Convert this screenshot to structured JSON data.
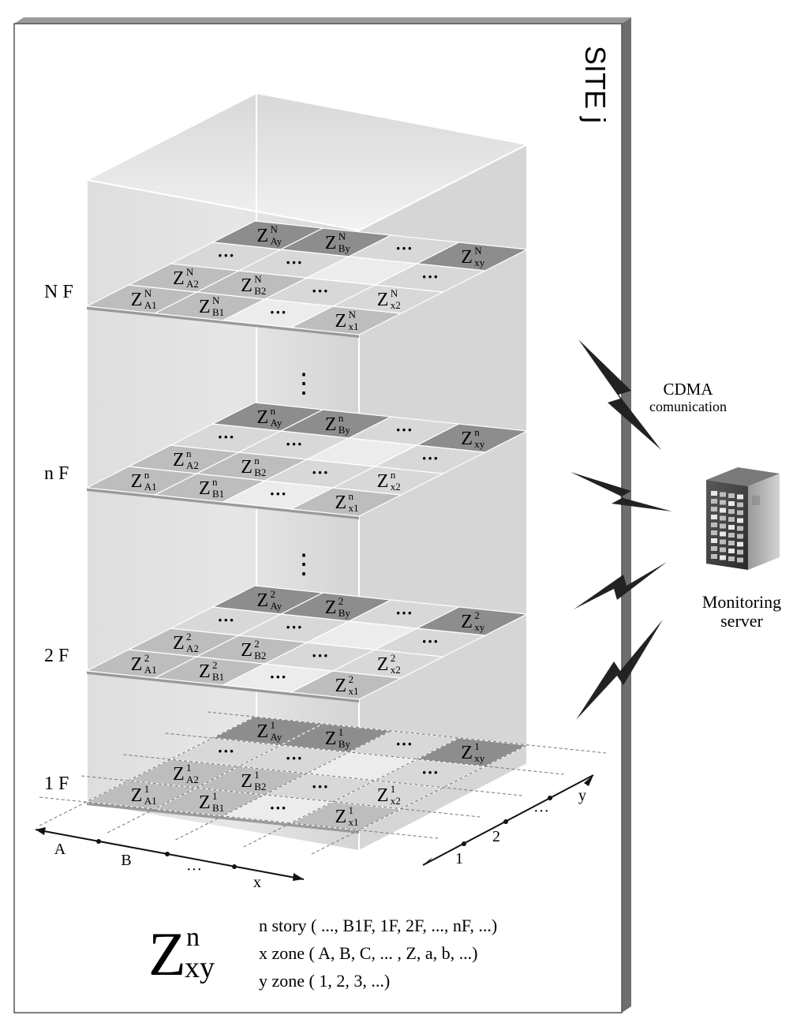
{
  "site_label": "SITE j",
  "floors": [
    {
      "label": "N F",
      "sup": "N"
    },
    {
      "label": "n F",
      "sup": "n"
    },
    {
      "label": "2 F",
      "sup": "2"
    },
    {
      "label": "1 F",
      "sup": "1"
    }
  ],
  "zone_letter": "Z",
  "zone_subscripts": {
    "A1": "A1",
    "B1": "B1",
    "x1": "x1",
    "A2": "A2",
    "B2": "B2",
    "x2": "x2",
    "Ay": "Ay",
    "By": "By",
    "xy": "xy"
  },
  "ellipsis": "···",
  "vertical_ellipsis": "⋮",
  "axis_x": {
    "labels": [
      "A",
      "B",
      "···",
      "x"
    ]
  },
  "axis_y": {
    "labels": [
      "1",
      "2",
      "···",
      "y"
    ]
  },
  "communication": {
    "line1": "CDMA",
    "line2": "comunication"
  },
  "server": {
    "line1": "Monitoring",
    "line2": "server"
  },
  "notation": {
    "symbol": "Z",
    "sup": "n",
    "sub": "xy",
    "line1": "n story ( ..., B1F, 1F, 2F, ..., nF, ...)",
    "line2": "x zone ( A, B, C, ... , Z, a, b, ...)",
    "line3": "y zone ( 1, 2, 3, ...)"
  },
  "colors": {
    "page_bg": "#ffffff",
    "frame_edge": "#6e6e6e",
    "frame_shadow": "#8a8a8a",
    "box_fill": "#e2e2e2",
    "tile_dark": "#8d8d8d",
    "tile_mid": "#bdbdbd",
    "tile_light": "#d8d8d8",
    "tile_white": "#ececec"
  }
}
